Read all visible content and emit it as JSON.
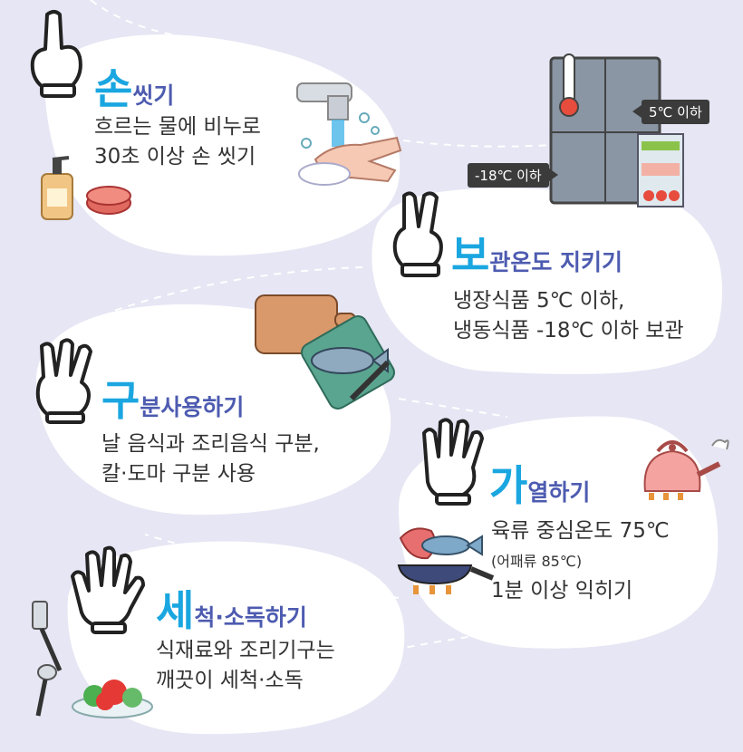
{
  "colors": {
    "background": "#e6e6f4",
    "card": "#ffffff",
    "title_accent": "#1aa6e0",
    "title_main": "#4d5bb0",
    "text": "#333333"
  },
  "steps": [
    {
      "icon": "hand-one-finger-icon",
      "title_big": "손",
      "title_rest": "씻기",
      "lines": [
        "흐르는 물에 비누로",
        "30초 이상 손 씻기"
      ]
    },
    {
      "icon": "hand-two-fingers-icon",
      "title_big": "보",
      "title_rest": "관온도 지키기",
      "lines": [
        "냉장식품 5℃ 이하,",
        "냉동식품 -18℃ 이하 보관"
      ],
      "fridge_labels": {
        "fridge": "5℃ 이하",
        "freezer": "-18℃ 이하"
      }
    },
    {
      "icon": "hand-three-fingers-icon",
      "title_big": "구",
      "title_rest": "분사용하기",
      "lines": [
        "날 음식과 조리음식 구분,",
        "칼·도마 구분 사용"
      ]
    },
    {
      "icon": "hand-four-fingers-icon",
      "title_big": "가",
      "title_rest": "열하기",
      "lines": [
        "육류 중심온도 75℃",
        "(어패류 85℃)",
        "1분 이상 익히기"
      ]
    },
    {
      "icon": "hand-five-fingers-icon",
      "title_big": "세",
      "title_rest": "척·소독하기",
      "lines": [
        "식재료와 조리기구는",
        "깨끗이 세척·소독"
      ]
    }
  ]
}
